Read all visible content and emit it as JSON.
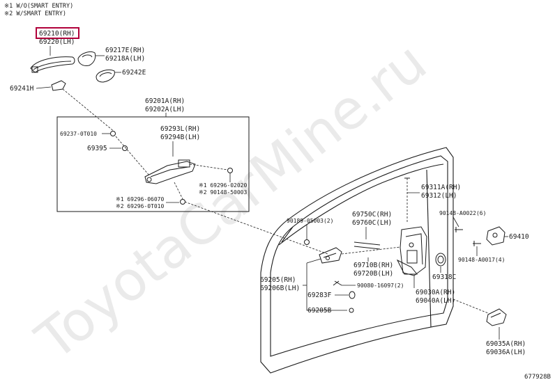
{
  "notes": {
    "line1": "※1 W/O(SMART ENTRY)",
    "line2": "※2 W/SMART ENTRY)"
  },
  "highlight_color": "#b0003a",
  "watermark": "ToyotaCarMine.ru",
  "diagram_code": "677928B",
  "labels": {
    "p69210": "69210(RH)",
    "p69220": "69220(LH)",
    "p69217E": "69217E(RH)",
    "p69218A": "69218A(LH)",
    "p69242E": "69242E",
    "p69241H": "69241H",
    "p69201A": "69201A(RH)",
    "p69202A": "69202A(LH)",
    "p69237": "69237-0T010",
    "p69395": "69395",
    "p69293L": "69293L(RH)",
    "p69294B": "69294B(LH)",
    "p69296_02020": "※1 69296-02020",
    "p90148_50003": "※2 90148-50003",
    "p69296_06070": "※1 69296-06070",
    "p69296_0T010": "※2 69296-0T010",
    "p69311A": "69311A(RH)",
    "p69312": "69312(LH)",
    "p90189": "90189-05003(2)",
    "p69750C": "69750C(RH)",
    "p69760C": "69760C(LH)",
    "p90148_A0022": "90148-A0022(6)",
    "p69410": "69410",
    "p90148_A0017": "90148-A0017(4)",
    "p69710B": "69710B(RH)",
    "p69720B": "69720B(LH)",
    "p69318C": "69318C",
    "p69205": "69205(RH)",
    "p69206B": "69206B(LH)",
    "p90080": "90080-16097(2)",
    "p69283F": "69283F",
    "p69030A": "69030A(RH)",
    "p69040A": "69040A(LH)",
    "p69205B": "69205B",
    "p69035A": "69035A(RH)",
    "p69036A": "69036A(LH)"
  }
}
